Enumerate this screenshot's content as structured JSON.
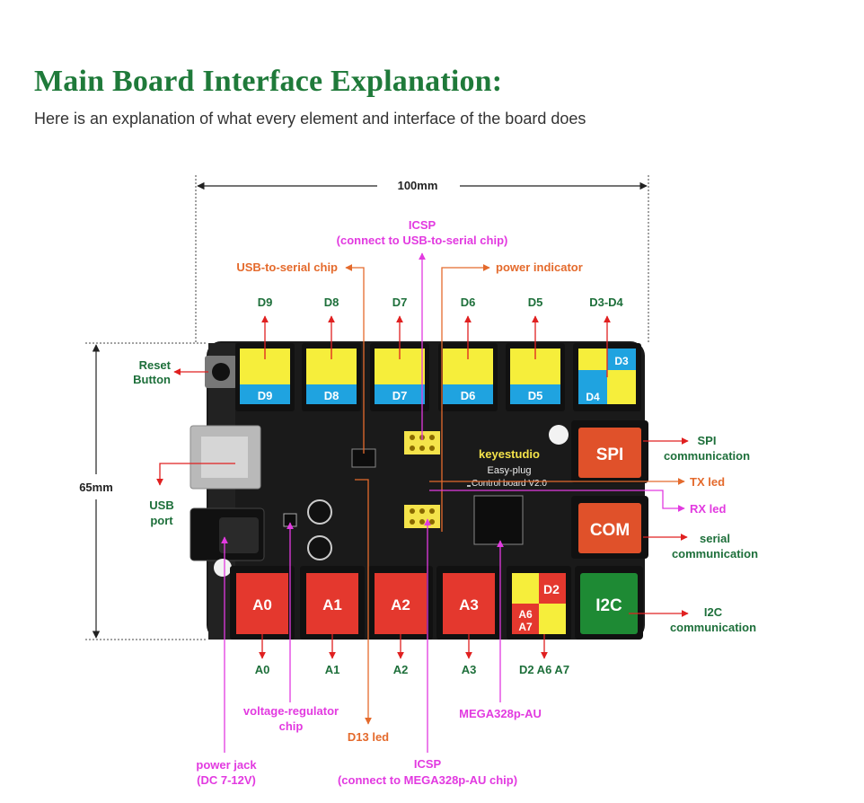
{
  "header": {
    "title": "Main Board Interface Explanation:",
    "subtitle": "Here is an explanation of what every element and interface of the board does"
  },
  "dimensions": {
    "width": "100mm",
    "height": "65mm"
  },
  "board": {
    "brand": "keyestudio",
    "model_line1": "Easy-plug",
    "model_line2": "Control board V2.0"
  },
  "top_ports": [
    {
      "key": "D9",
      "label": "D9"
    },
    {
      "key": "D8",
      "label": "D8"
    },
    {
      "key": "D7",
      "label": "D7"
    },
    {
      "key": "D6",
      "label": "D6"
    },
    {
      "key": "D5",
      "label": "D5"
    }
  ],
  "d3d4": {
    "label": "D3-D4",
    "top": "D3",
    "bottom": "D4"
  },
  "bottom_ports": [
    {
      "key": "A0",
      "label": "A0"
    },
    {
      "key": "A1",
      "label": "A1"
    },
    {
      "key": "A2",
      "label": "A2"
    },
    {
      "key": "A3",
      "label": "A3"
    }
  ],
  "d2a6a7": {
    "label": "D2 A6 A7",
    "d2": "D2",
    "a6": "A6",
    "a7": "A7"
  },
  "side_ports": {
    "spi": "SPI",
    "com": "COM",
    "i2c": "I2C"
  },
  "annotations": {
    "icsp_top_1": "ICSP",
    "icsp_top_2": "(connect to USB-to-serial chip)",
    "usb_serial_chip": "USB-to-serial chip",
    "power_indicator": "power indicator",
    "reset_1": "Reset",
    "reset_2": "Button",
    "usb_1": "USB",
    "usb_2": "port",
    "spi_1": "SPI",
    "spi_2": "communication",
    "tx_led": "TX led",
    "rx_led": "RX led",
    "serial_1": "serial",
    "serial_2": "communication",
    "i2c_1": "I2C",
    "i2c_2": "communication",
    "vreg_1": "voltage-regulator",
    "vreg_2": "chip",
    "d13_led": "D13 led",
    "mega": "MEGA328p-AU",
    "power_jack_1": "power jack",
    "power_jack_2": "(DC 7-12V)",
    "icsp_bottom_1": "ICSP",
    "icsp_bottom_2": "(connect  to MEGA328p-AU chip)"
  },
  "colors": {
    "title_green": "#1f7a3a",
    "label_green": "#1d6f3a",
    "label_orange": "#e46a2c",
    "label_magenta": "#e23ae0",
    "arrow_red": "#e02020",
    "key_yellow": "#f6ee3b",
    "key_blue": "#1fa3e0",
    "key_red": "#e4382e",
    "key_orange": "#e0512a",
    "key_green": "#1e8a34",
    "board_black": "#1a1a1a"
  }
}
